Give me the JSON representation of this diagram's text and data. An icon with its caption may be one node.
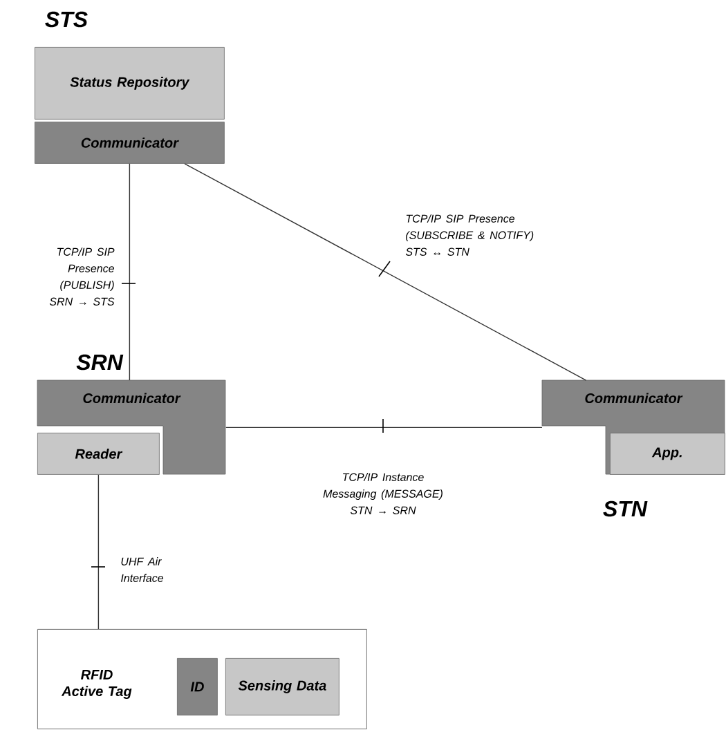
{
  "diagram": {
    "nodes": [
      {
        "text": [
          "Status Repository"
        ],
        "beside": [
          "STS"
        ]
      },
      {
        "text": [
          "Communicator"
        ]
      },
      {
        "text": [
          "Communicator"
        ],
        "beside": [
          "SRN"
        ]
      },
      {
        "text": [
          "Reader"
        ],
        "in": 2
      },
      {
        "text": [
          "Communicator"
        ],
        "beside": [
          "STN"
        ]
      },
      {
        "text": [
          "App."
        ],
        "in": 4
      },
      {
        "text": [
          "RFID Active Tag"
        ]
      },
      {
        "text": [
          "ID"
        ],
        "in": 6
      },
      {
        "text": [
          "Sensing Data"
        ],
        "in": 6
      }
    ],
    "edges": [
      {
        "from": 1,
        "to": 2,
        "arrow": "none",
        "label": "TCP/IP SIP Presence (PUBLISH) SRN → STS"
      },
      {
        "from": 1,
        "to": 4,
        "arrow": "none",
        "label": "TCP/IP SIP Presence (SUBSCRIBE & NOTIFY) STS ↔ STN"
      },
      {
        "from": 2,
        "to": 4,
        "arrow": "none",
        "label": "TCP/IP Instance Messaging (MESSAGE) STN → SRN"
      },
      {
        "from": 3,
        "to": 6,
        "arrow": "none",
        "label": "UHF Air Interface"
      }
    ]
  }
}
